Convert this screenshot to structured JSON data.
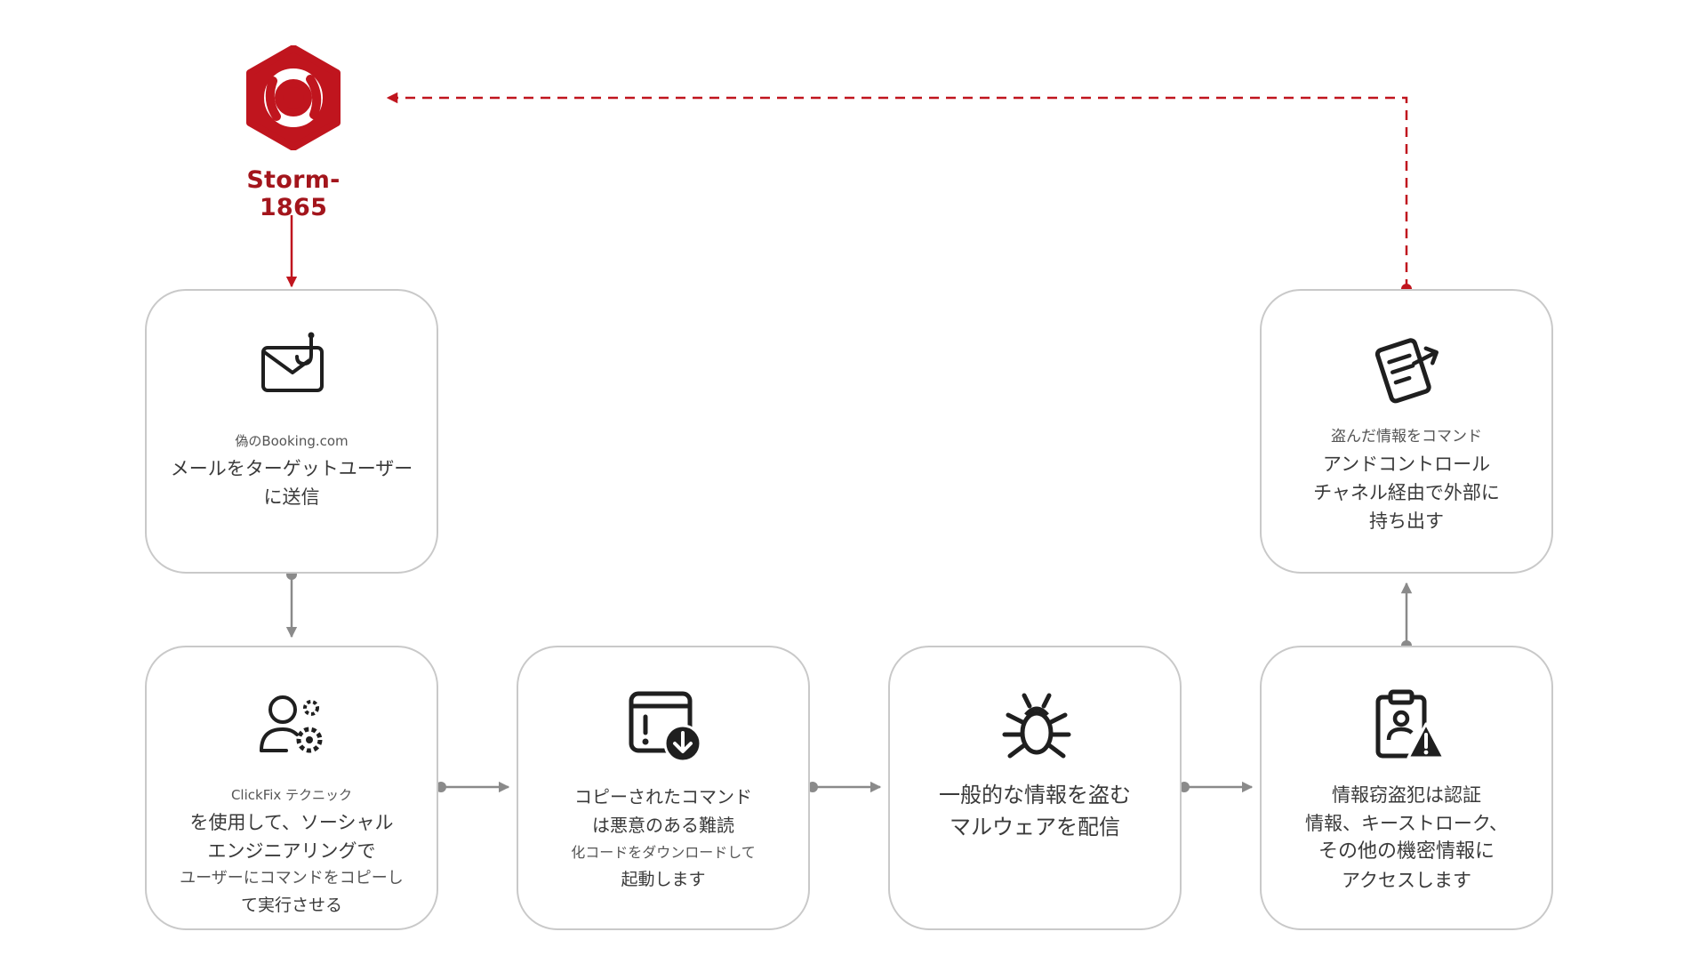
{
  "actor": {
    "name": "Storm-1865"
  },
  "steps": [
    {
      "id": "email",
      "icon": "phishing-email-icon",
      "lines": [
        "偽のBooking.com",
        "メールをターゲットユーザー",
        "に送信"
      ]
    },
    {
      "id": "clickfix",
      "icon": "user-gear-icon",
      "lines": [
        "ClickFix テクニック",
        "を使用して、ソーシャル",
        "エンジニアリングで",
        "ユーザーにコマンドをコピーし",
        "て実行させる"
      ]
    },
    {
      "id": "command",
      "icon": "download-window-icon",
      "lines": [
        "コピーされたコマンド",
        "は悪意のある難読",
        "化コードをダウンロードして",
        "起動します"
      ]
    },
    {
      "id": "malware",
      "icon": "bug-icon",
      "lines": [
        "一般的な情報を盗む",
        "マルウェアを配信"
      ]
    },
    {
      "id": "steal",
      "icon": "credential-alert-icon",
      "lines": [
        "情報窃盗犯は認証",
        "情報、キーストローク、",
        "その他の機密情報に",
        "アクセスします"
      ]
    },
    {
      "id": "exfil",
      "icon": "document-exfiltrate-icon",
      "lines": [
        "盗んだ情報をコマンド",
        "アンドコントロール",
        "チャネル経由で外部に",
        "持ち出す"
      ]
    }
  ],
  "colors": {
    "accent": "#c0151e",
    "accent_dark": "#a3151c",
    "arrow_gray": "#8a8a8a",
    "box_border": "#c9c9c9",
    "text": "#3a3a3a"
  }
}
